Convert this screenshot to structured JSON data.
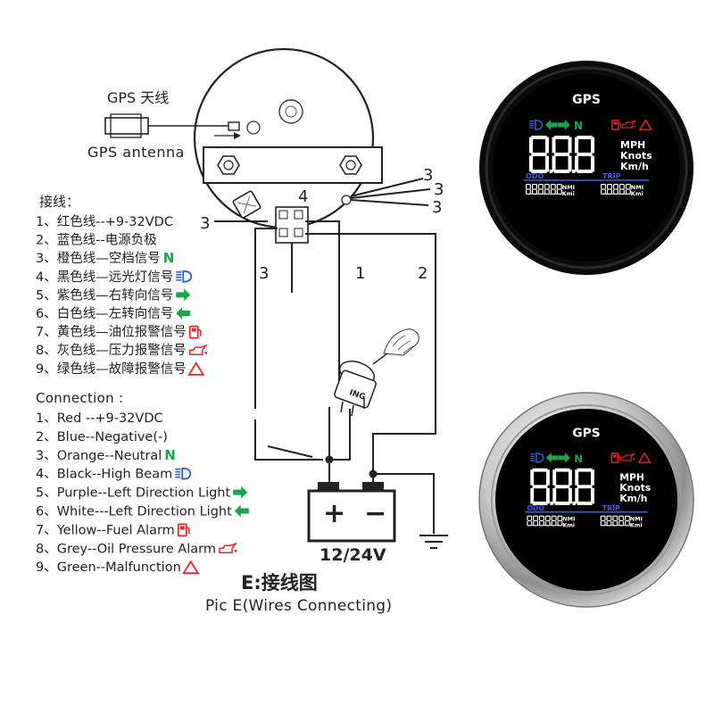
{
  "diagram": {
    "gps_label_cn": "GPS 天线",
    "gps_label_en": "GPS  antenna",
    "wire_numbers": {
      "w1": "1",
      "w2": "2",
      "w3a": "3",
      "w3b": "3",
      "w3c": "3",
      "w3d": "3",
      "w3e": "3",
      "w4": "4"
    },
    "ignition_label": "ING",
    "battery_voltage": "12/24V",
    "battery_plus": "+",
    "battery_minus": "−",
    "caption_cn": "E:接线图",
    "caption_en": "Pic E(Wires Connecting)"
  },
  "wiring_cn": {
    "heading": "接线：",
    "items": [
      "1、红色线--+9-32VDC",
      "2、蓝色线--电源负极",
      "3、橙色线—空档信号",
      "4、黑色线—远光灯信号",
      "5、紫色线—右转向信号",
      "6、白色线—左转向信号",
      "7、黄色线—油位报警信号",
      "8、灰色线—压力报警信号",
      "9、绿色线—故障报警信号"
    ]
  },
  "wiring_en": {
    "heading": "Connection :",
    "items": [
      "1、Red --+9-32VDC",
      "2、Blue--Negative(-)",
      "3、Orange--Neutral",
      "4、Black--High Beam",
      "5、Purple--Left Direction Light",
      "6、White---Left Direction Light",
      "7、Yellow--Fuel Alarm",
      "8、Grey--Oil Pressure Alarm",
      "9、Green--Malfunction"
    ]
  },
  "indicator_icons": [
    "",
    "",
    "neutral-N-icon",
    "high-beam-icon",
    "right-arrow-icon",
    "left-arrow-icon",
    "fuel-pump-icon",
    "oil-can-icon",
    "warning-triangle-icon"
  ],
  "neutral_letter": "N",
  "gauge": {
    "title": "GPS",
    "speed_digits": "8.8.8",
    "units": [
      "MPH",
      "Knots",
      "Km/h"
    ],
    "odo_label": "ODO",
    "trip_label": "TRIP",
    "odo_digits": "8.8.8.8.8.8",
    "trip_digits": "8.8.8.8.8",
    "nmi": "NMI",
    "kmi": "Kmi",
    "icon_n": "N"
  },
  "colors": {
    "green": "#1aa64a",
    "red": "#e8262a",
    "blue": "#2b5fd9",
    "lcd_blue": "#3a5fe0",
    "bezel_black": "#111111",
    "bezel_silver": "#c9c9c9"
  }
}
